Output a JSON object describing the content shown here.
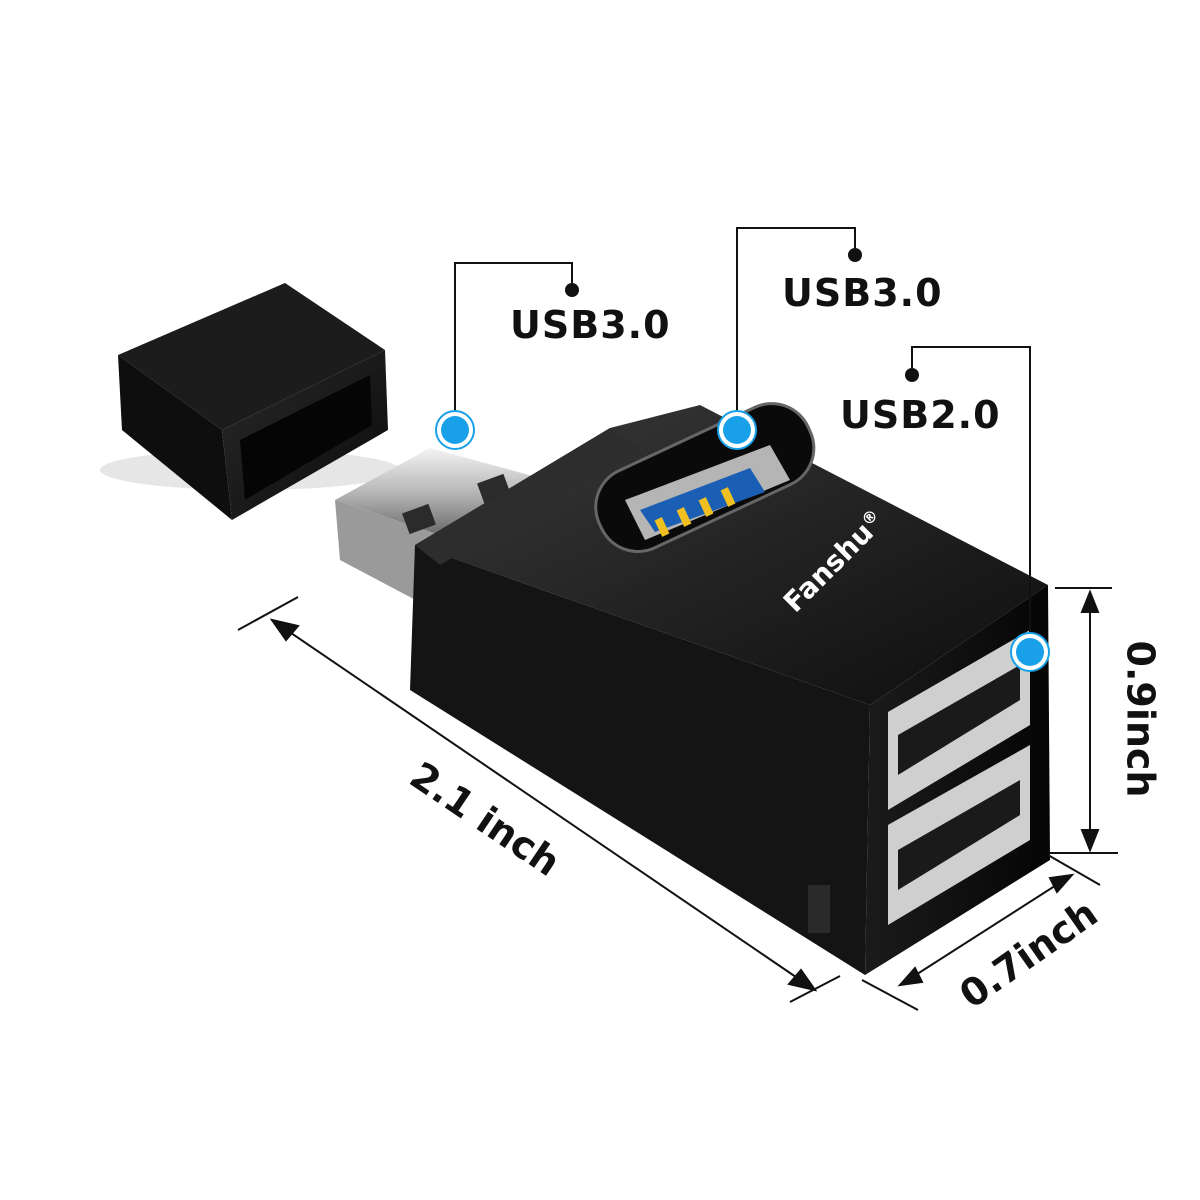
{
  "product": {
    "brand": "Fanshu",
    "brand_mark": "®"
  },
  "callouts": {
    "plug": "USB3.0",
    "top_port": "USB3.0",
    "side_ports": "USB2.0"
  },
  "dimensions": {
    "length": "2.1 inch",
    "height": "0.9inch",
    "width": "0.7inch"
  },
  "colors": {
    "body": "#111111",
    "metal": "#c8c8c8",
    "port_blue": "#1a5fb4",
    "marker_blue": "#18a0e8",
    "line": "#111111"
  }
}
